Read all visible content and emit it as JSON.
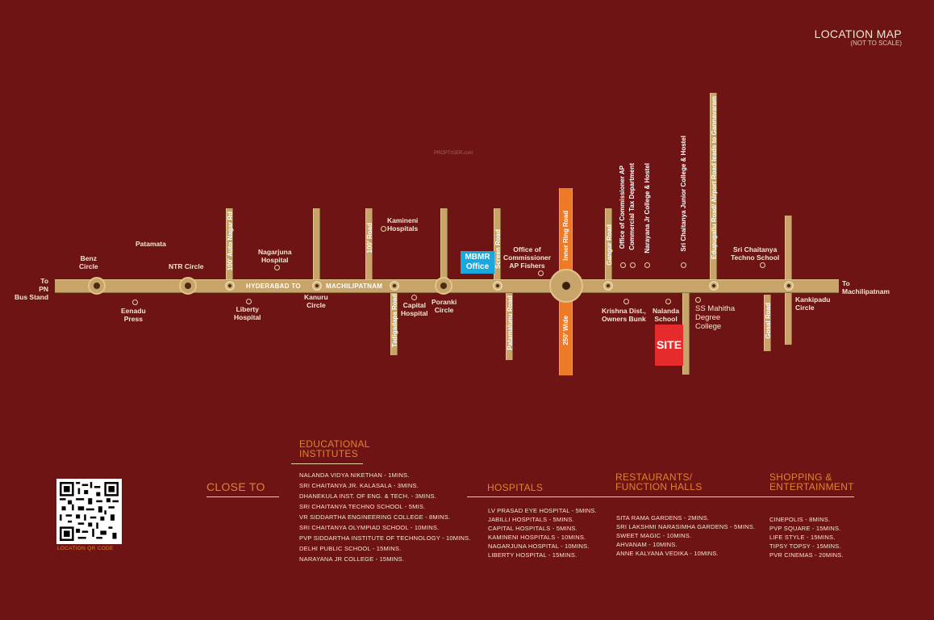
{
  "header": {
    "title": "LOCATION MAP",
    "subtitle": "(NOT TO SCALE)",
    "watermark": "PROPTIGER.com"
  },
  "road": {
    "label_left": "HYDERABAD TO",
    "label_right": "MACHILIPATNAM"
  },
  "ends": {
    "left": "To\nPN\nBus Stand",
    "right": "To\nMachilipatnam"
  },
  "roads": {
    "auto_nagar": "100' Auto Nagar Rd",
    "hundred_road": "100' Road",
    "tadigadapa": "Tadigadapa Road",
    "screen_road": "Screen Road",
    "patamata": "Patamalunu Road",
    "inner_ring": "Inner Ring Road",
    "wide": "250' Wide",
    "gangur": "Gangur Road",
    "gosal": "Gosal Road",
    "airport": "Edupugallu Road/ Airport Road leads to Gannavaram"
  },
  "places": {
    "benz": "Benz\nCircle",
    "patamata": "Patamata",
    "ntr": "NTR Circle",
    "eenadu": "Eenadu\nPress",
    "nagarjuna": "Nagarjuna\nHospital",
    "liberty": "Liberty\nHospital",
    "kanuru": "Kanuru\nCircle",
    "kamineni": "Kamineni\nHospitals",
    "capital": "Capital\nHospital",
    "poranki": "Poranki\nCircle",
    "mbmr": "MBMR\nOffice",
    "commissioner_fishers": "Office of\nCommissioner\nAP Fishers",
    "commissioner_tax": "Office of Commissioner AP",
    "commercial_tax": "Commercial Tax Department",
    "narayana": "Narayana Jr College & Hostel",
    "chaitanya_hostel": "Sri Chaitanya Junior College & Hostel",
    "chaitanya_techno": "Sri Chaitanya\nTechno School",
    "krishna": "Krishna Dist.,\nOwners Bunk",
    "nalanda": "Nalanda\nSchool",
    "ss_mahitha": "SS Mahitha\nDegree\nCollege",
    "kankipadu": "Kankipadu\nCircle",
    "site": "SITE"
  },
  "qr": {
    "caption": "LOCATION  QR CODE"
  },
  "close_to": {
    "title": "CLOSE TO"
  },
  "educational": {
    "title": "EDUCATIONAL\nINSTITUTES",
    "items": [
      "NALANDA VIDYA NIKETHAN - 1MINS.",
      "SRI CHAITANYA JR. KALASALA - 3MINS.",
      "DHANEKULA INST. OF ENG. & TECH. - 3MINS.",
      "SRI CHAITANYA TECHNO SCHOOL - 5MIS.",
      "VR SIDDARTHA ENGINEERING COLLEGE - 8MINS.",
      "SRI CHAITANYA OLYMPIAD SCHOOL - 10MINS.",
      "PVP SIDDARTHA INSTITUTE OF TECHNOLOGY - 10MINS.",
      "DELHI PUBLIC SCHOOL - 15MINS.",
      "NARAYANA JR COLLEGE - 15MINS."
    ]
  },
  "hospitals": {
    "title": "HOSPITALS",
    "items": [
      "LV PRASAD EYE HOSPITAL - 5MINS.",
      "JABILLI HOSPITALS - 5MINS.",
      "CAPITAL HOSPITALS - 5MINS.",
      "KAMINENI HOSPITALS - 10MINS.",
      "NAGARJUNA HOSPITAL - 10MINS.",
      "LIBERTY HOSPITAL - 15MINS."
    ]
  },
  "restaurants": {
    "title": "RESTAURANTS/\nFUNCTION HALLS",
    "items": [
      "SITA RAMA GARDENS - 2MINS.",
      "SRI LAKSHMI NARASIMHA GARDENS - 5MINS.",
      "SWEET MAGIC - 10MINS.",
      "AHVANAM - 10MINS.",
      "ANNE KALYANA VEDIKA - 10MINS."
    ]
  },
  "shopping": {
    "title": "SHOPPING &\nENTERTAINMENT",
    "items": [
      "CINEPOLIS - 8MINS.",
      "PVP SQUARE - 15MINS.",
      "LIFE STYLE - 15MINS.",
      "TIPSY TOPSY - 15MINS.",
      "PVR CINEMAS - 20MINS."
    ]
  },
  "colors": {
    "background": "#6e1414",
    "road": "#c8a46a",
    "accent": "#e2832e",
    "ring_road": "#ec7a27",
    "site": "#e52b2b",
    "office": "#1aa7de"
  }
}
